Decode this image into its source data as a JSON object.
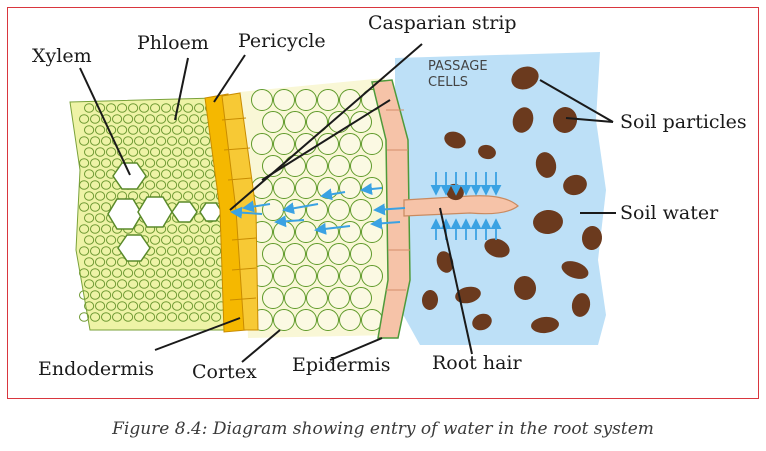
{
  "labels": {
    "xylem": "Xylem",
    "phloem": "Phloem",
    "pericycle": "Pericycle",
    "casparian": "Casparian strip",
    "passage_1": "PASSAGE",
    "passage_2": "CELLS",
    "soil_particles": "Soil particles",
    "soil_water": "Soil water",
    "endodermis": "Endodermis",
    "cortex": "Cortex",
    "epidermis": "Epidermis",
    "root_hair": "Root hair"
  },
  "caption": "Figure 8.4: Diagram showing entry of water in the root system",
  "colors": {
    "frame": "#d9363e",
    "stele": "#eef3a6",
    "stele_cell_stroke": "#5a8a2a",
    "endodermis": "#f5b800",
    "cortex": "#f9f7d6",
    "epidermis": "#f6c3a8",
    "soil_water": "#bde0f7",
    "soil_particle": "#6b3a1e",
    "arrow": "#3aa2e3"
  }
}
